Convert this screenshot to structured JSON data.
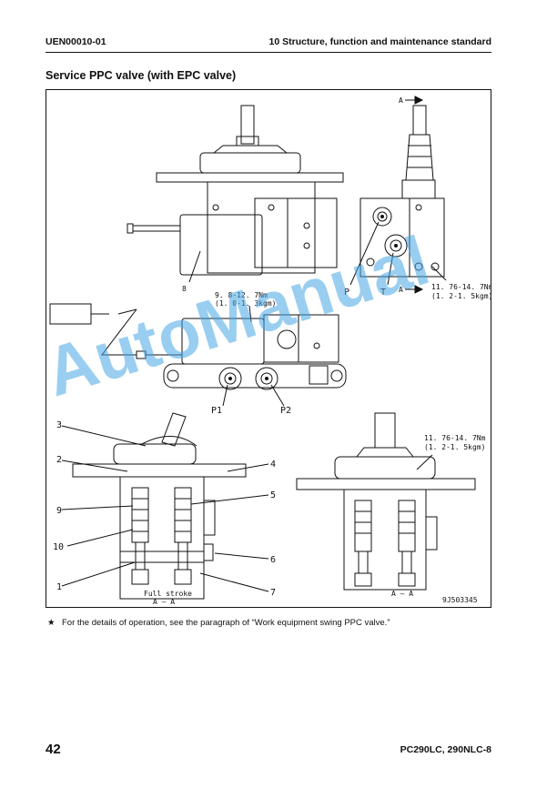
{
  "header": {
    "doc_code": "UEN00010-01",
    "section": "10 Structure, function and maintenance standard"
  },
  "title": "Service PPC valve (with EPC valve)",
  "figure": {
    "labels": {
      "section_mark_top": "A",
      "section_mark_bottom": "A",
      "callout_8": "8",
      "torque_1_line1": "9. 8-12. 7Nm",
      "torque_1_line2": "(1. 0-1. 3kgm)",
      "callout_P": "P",
      "callout_T": "T",
      "torque_2_line1": "11. 76-14. 7Nm",
      "torque_2_line2": "(1. 2-1. 5kgm)",
      "callout_P1": "P1",
      "callout_P2": "P2",
      "torque_3_line1": "11. 76-14. 7Nm",
      "torque_3_line2": "(1. 2-1. 5kgm)",
      "callout_3": "3",
      "callout_2": "2",
      "callout_9": "9",
      "callout_10": "10",
      "callout_1": "1",
      "callout_4": "4",
      "callout_5": "5",
      "callout_6": "6",
      "callout_7": "7",
      "full_stroke": "Full stroke",
      "section_left": "A – A",
      "section_right": "A – A",
      "fig_id": "9J503345"
    }
  },
  "note": {
    "star": "★",
    "text": "For the details of operation, see the paragraph of “Work equipment swing PPC valve.”"
  },
  "watermark": "AutoManual",
  "footer": {
    "page": "42",
    "model": "PC290LC, 290NLC-8"
  }
}
